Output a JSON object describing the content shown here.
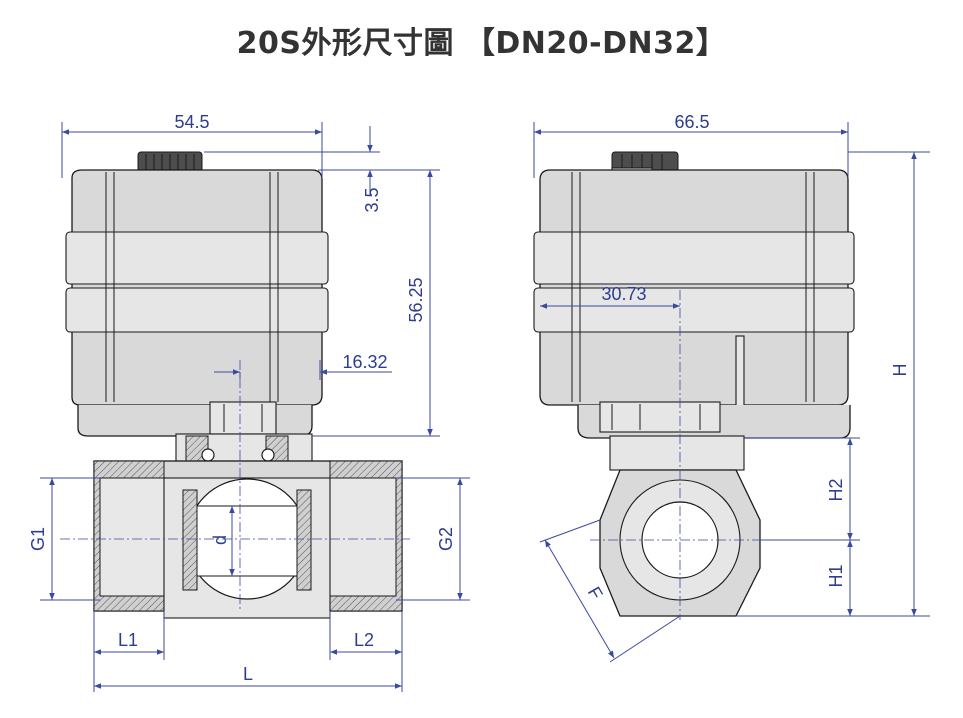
{
  "title": "20S外形尺寸圖 【DN20-DN32】",
  "colors": {
    "dimension": "#2e3d8f",
    "body_fill": "#d9d9d9",
    "outline": "#1a1a1a",
    "title": "#333333"
  },
  "front_view": {
    "dimensions": {
      "width": "54.5",
      "cap_offset": "3.5",
      "height": "56.25",
      "stem_offset": "16.32",
      "bore": "d",
      "port_left": "G1",
      "port_right": "G2",
      "thread_left": "L1",
      "thread_right": "L2",
      "length": "L"
    }
  },
  "side_view": {
    "dimensions": {
      "width": "66.5",
      "center_offset": "30.73",
      "total_height": "H",
      "upper_height": "H2",
      "lower_height": "H1",
      "hex_across_flats": "F"
    }
  }
}
